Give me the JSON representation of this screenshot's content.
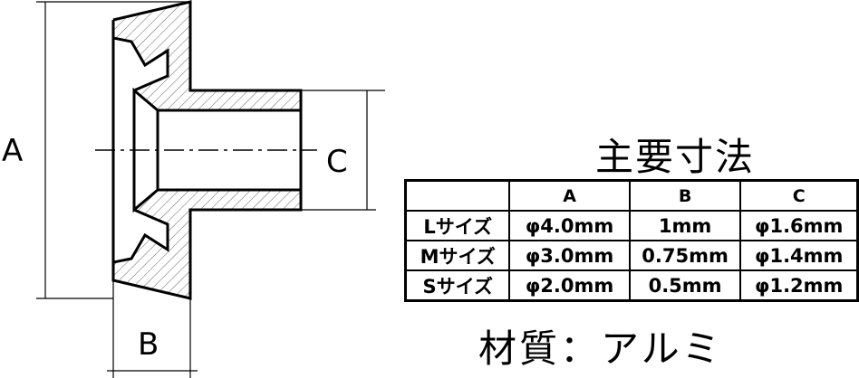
{
  "labels": {
    "a": "A",
    "b": "B",
    "c": "C"
  },
  "title": "主要寸法",
  "table": {
    "headers": [
      "",
      "A",
      "B",
      "C"
    ],
    "rows": [
      [
        "Lサイズ",
        "φ4.0mm",
        "1mm",
        "φ1.6mm"
      ],
      [
        "Mサイズ",
        "φ3.0mm",
        "0.75mm",
        "φ1.4mm"
      ],
      [
        "Sサイズ",
        "φ2.0mm",
        "0.5mm",
        "φ1.2mm"
      ]
    ]
  },
  "material": "材質：アルミ"
}
